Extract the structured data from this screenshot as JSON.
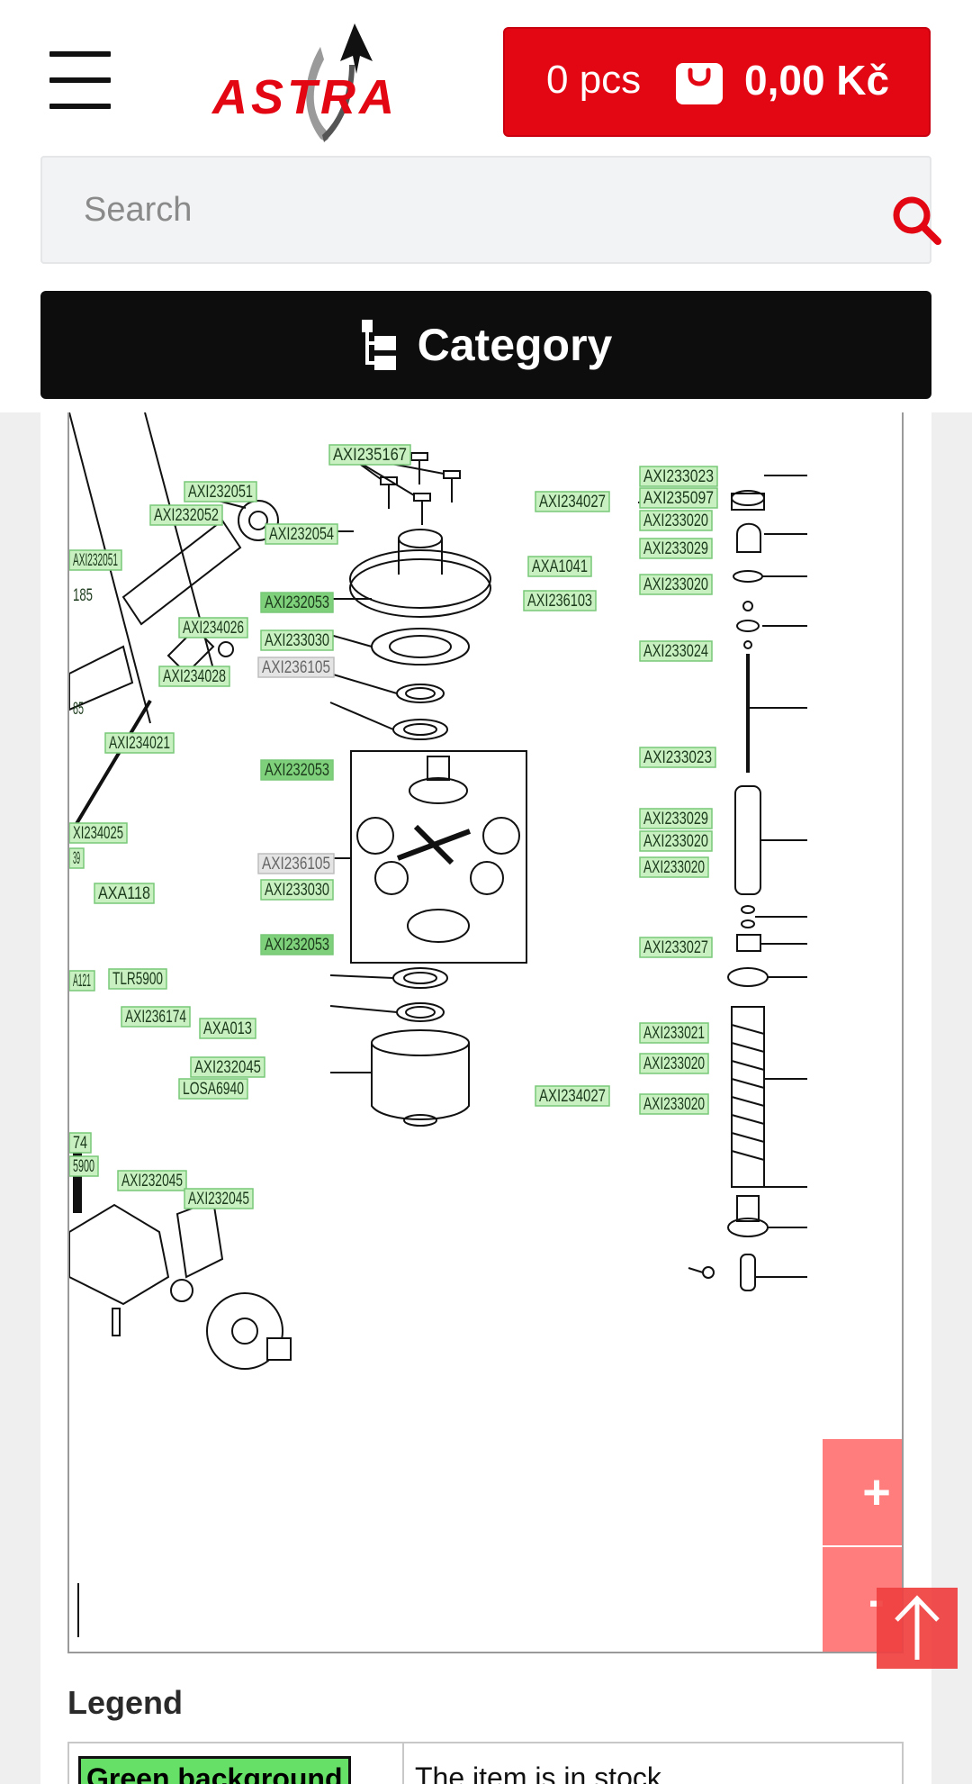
{
  "header": {
    "logo_text": "ASTRA",
    "cart": {
      "quantity": "0 pcs",
      "total": "0,00 Kč"
    }
  },
  "search": {
    "placeholder": "Search"
  },
  "category": {
    "label": "Category"
  },
  "diagram": {
    "parts": [
      "AXI235167",
      "AXI232051",
      "AXI232052",
      "AXI232051",
      "AXI232054",
      "AXI234027",
      "AXI233023",
      "AXI235097",
      "AXI233020",
      "AXI233029",
      "AXA1041",
      "AXI233020",
      "AXI236103",
      "AXI232053",
      "185",
      "AXI234026",
      "AXI233030",
      "AXI236105",
      "AXI234028",
      "AXI233024",
      "85",
      "AXI234021",
      "AXI232053",
      "AXI233023",
      "XI234025",
      "39",
      "AXI233029",
      "AXI233020",
      "AXI236105",
      "AXI233020",
      "AXA118",
      "AXI233030",
      "AXI232053",
      "AXI233027",
      "A121",
      "TLR5900",
      "AXI236174",
      "AXA013",
      "AXI233021",
      "AXI232045",
      "AXI233020",
      "LOSA6940",
      "AXI234027",
      "AXI233020",
      "74",
      "5900",
      "AXI232045",
      "AXI232045"
    ]
  },
  "zoom": {
    "in_label": "+",
    "out_label": "-"
  },
  "legend": {
    "title": "Legend",
    "rows": [
      {
        "swatch": "Green background",
        "meaning": "The item is in stock"
      }
    ]
  },
  "colors": {
    "brand_red": "#e30613",
    "label_green": "#c8f0c0",
    "label_green_dark": "#7ed07a",
    "label_gray": "#e4e4e4",
    "zoom_pink": "#ff7d7d"
  }
}
